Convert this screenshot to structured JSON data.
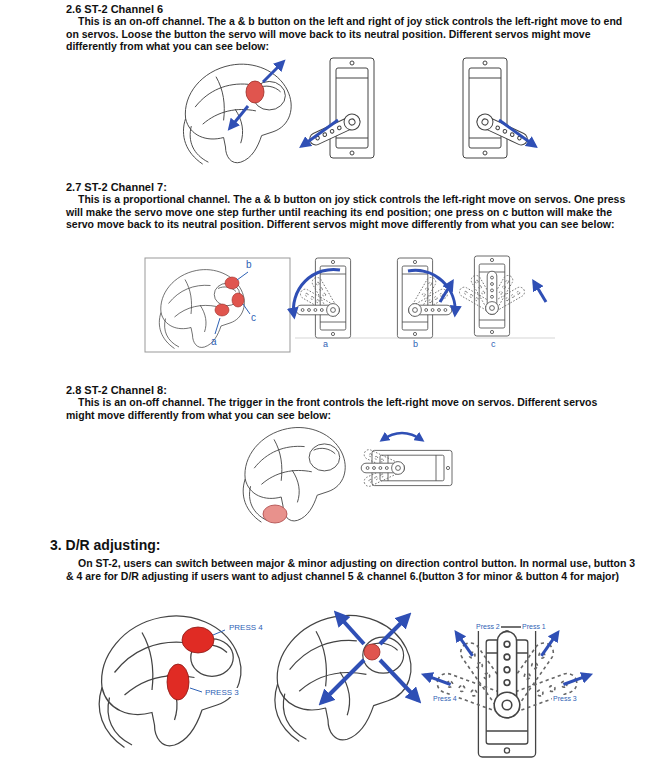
{
  "diagram": {
    "labels": [
      "2.6 ST-2 Channel 6",
      "This is an on-off channel. The a & b button on the left and right of joy stick controls the left-right move to end on servos. Loose the button the servo will move back to its neutral position. Different servos might move differently from what you can see below:",
      "2.7 ST-2 Channel 7:",
      "This is a proportional channel. The a & b button on joy stick controls the left-right move on servos. One press will make the servo move one step further until reaching its end position; one press on c button will make the servo move back to its neutral position. Different servos might move differently from what you can see below:",
      "b",
      "c",
      "a",
      "a",
      "b",
      "c",
      "2.8 ST-2 Channel 8:",
      "This is an on-off channel. The trigger in the front controls the left-right move on servos. Different servos might move differently from what you can see below:",
      "3. D/R adjusting:",
      "On ST-2, users can switch between major & minor adjusting on direction control button. In normal use, button 3 & 4 are for D/R adjusting if users want to adjust channel 5 & channel 6.(button 3 for minor & button 4 for major)",
      "PRESS 4",
      "PRESS 3",
      "Press 2",
      "Press 1",
      "Press 4",
      "Press 3"
    ]
  }
}
